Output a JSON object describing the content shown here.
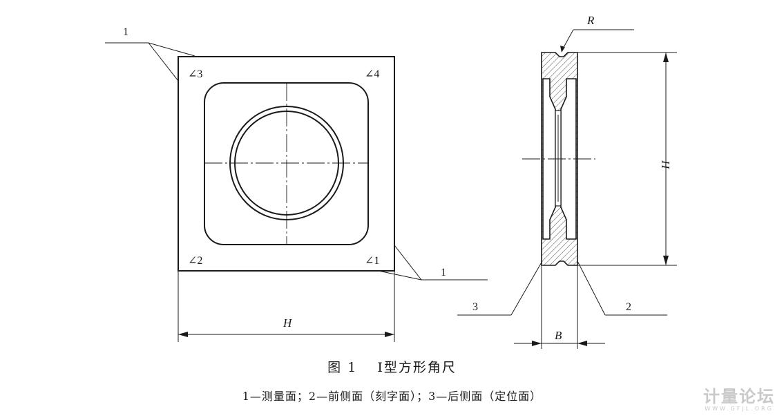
{
  "figure": {
    "title": "图 1　 Ⅰ型方形角尺",
    "legend": "1—测量面；2—前侧面（刻字面）；3—后侧面（定位面）"
  },
  "front_view": {
    "callout_top_left": "1",
    "callout_bottom_right": "1",
    "corner_labels": {
      "top_left": "∠3",
      "top_right": "∠4",
      "bottom_left": "∠2",
      "bottom_right": "∠1"
    },
    "width_dimension": "H"
  },
  "side_view": {
    "radius_label": "R",
    "height_dimension": "H",
    "thickness_dimension": "B",
    "callout_left": "3",
    "callout_right": "2"
  },
  "watermark": {
    "main": "计量论坛",
    "sub": "WWW.GFJL.ORG"
  }
}
